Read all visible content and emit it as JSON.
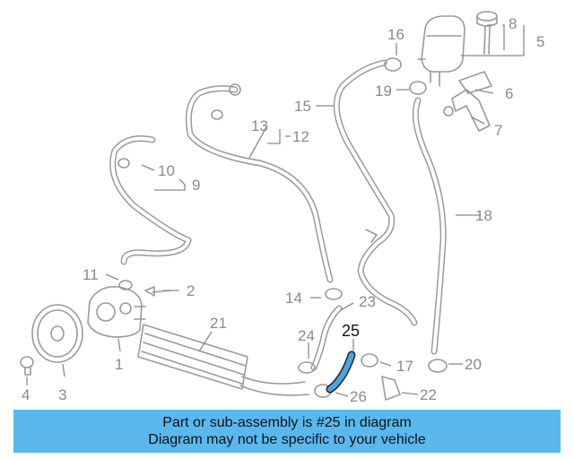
{
  "callouts": {
    "c1": "1",
    "c2": "2",
    "c3": "3",
    "c4": "4",
    "c5": "5",
    "c6": "6",
    "c7": "7",
    "c8": "8",
    "c9": "9",
    "c10": "10",
    "c11": "11",
    "c12": "12",
    "c13": "13",
    "c14": "14",
    "c15": "15",
    "c16": "16",
    "c17": "17",
    "c18": "18",
    "c19": "19",
    "c20": "20",
    "c21": "21",
    "c22": "22",
    "c23": "23",
    "c24": "24",
    "c25": "25",
    "c26": "26"
  },
  "highlight": {
    "part": "25",
    "color": "#4aa3df"
  },
  "banner": {
    "line1": "Part or sub-assembly is #25 in diagram",
    "line2": "Diagram may not be specific to your vehicle",
    "color": "#5ab8ef"
  }
}
